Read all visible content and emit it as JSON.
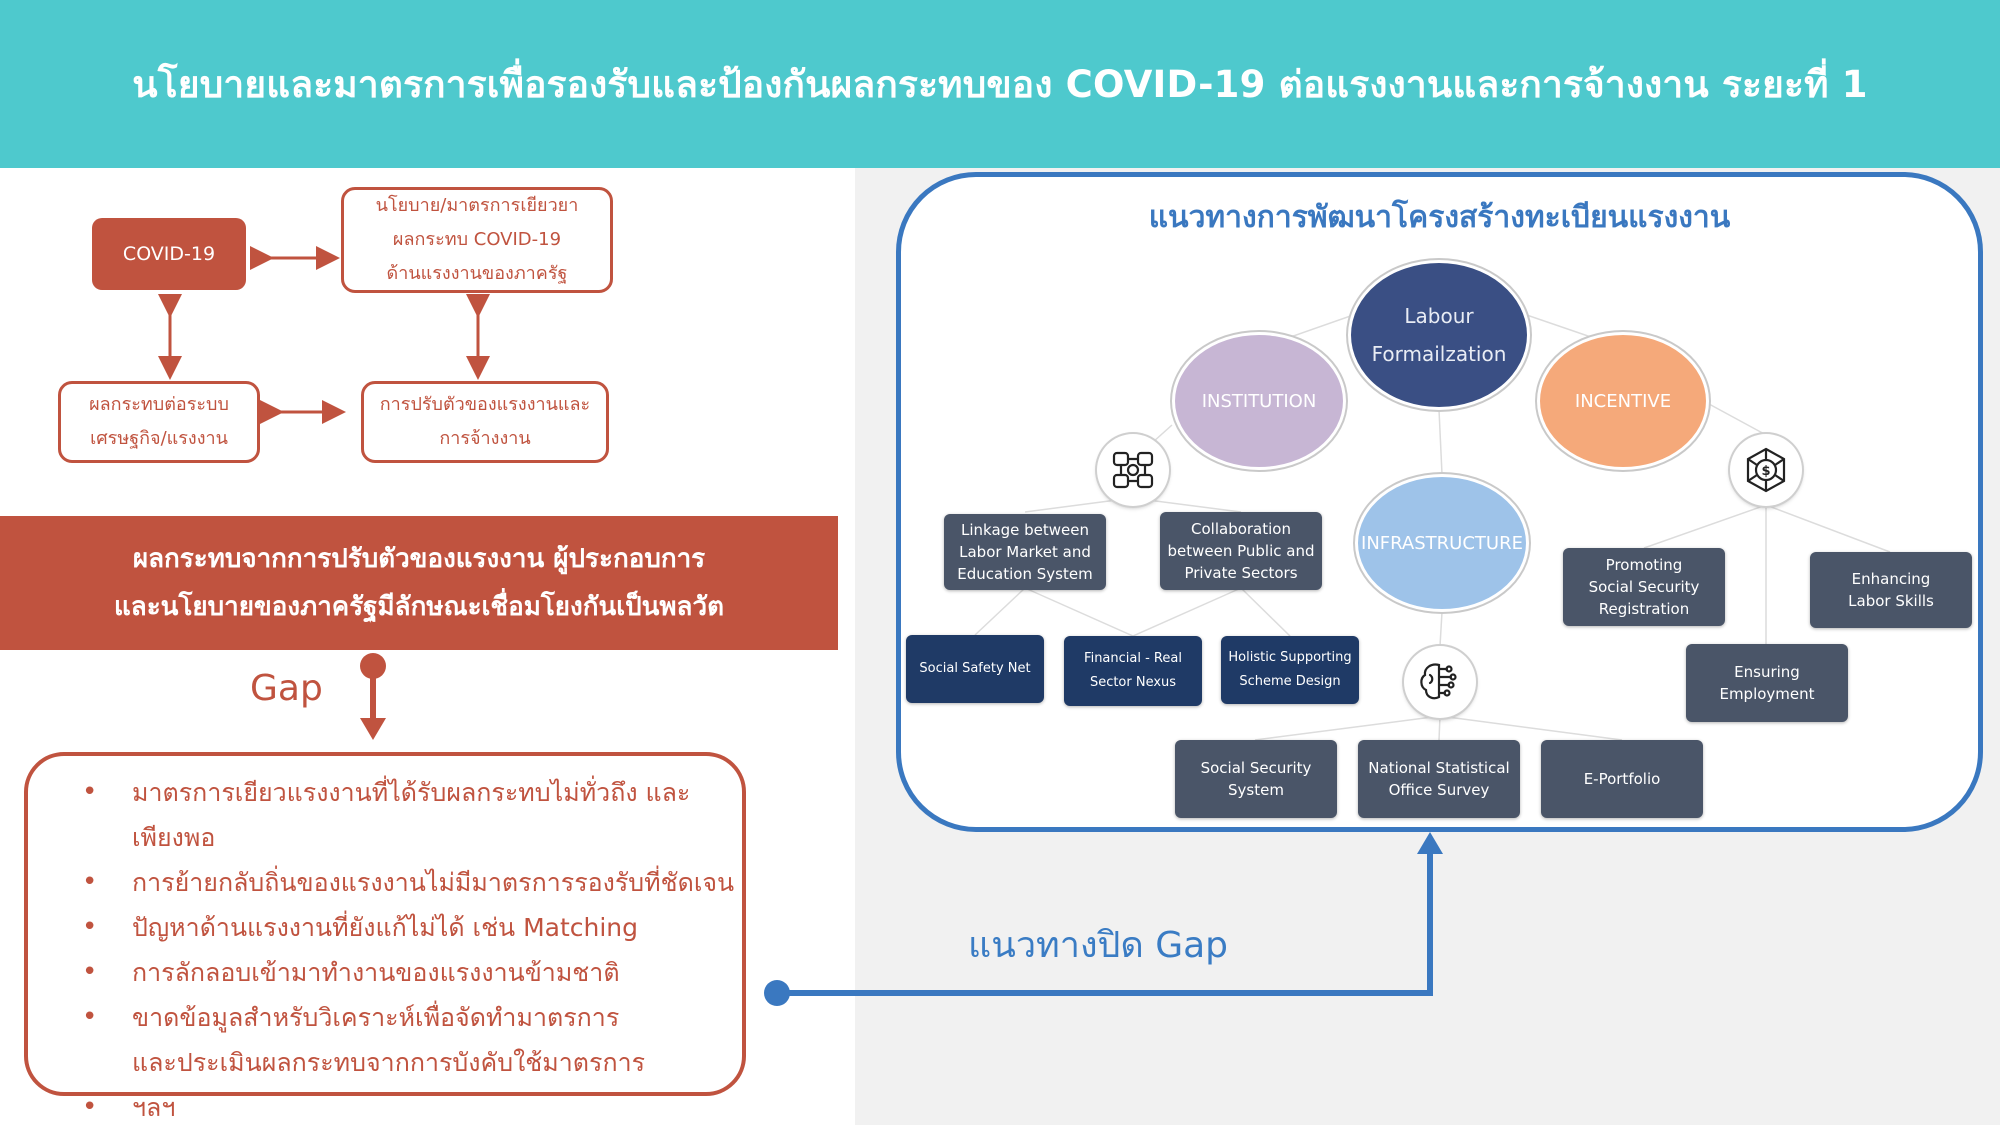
{
  "header": {
    "title": "นโยบายและมาตรการเพื่อรองรับและป้องกันผลกระทบของ COVID-19 ต่อแรงงานและการจ้างงาน ระยะที่ 1"
  },
  "left": {
    "covid": "COVID-19",
    "policy_box": [
      "นโยบาย/มาตรการเยียวยา",
      "ผลกระทบ COVID-19",
      "ด้านแรงงานของภาครัฐ"
    ],
    "impact_box": [
      "ผลกระทบต่อระบบ",
      "เศรษฐกิจ/แรงงาน"
    ],
    "adapt_box": [
      "การปรับตัวของแรงงานและ",
      "การจ้างงาน"
    ],
    "banner": [
      "ผลกระทบจากการปรับตัวของแรงงาน ผู้ประกอบการ",
      "และนโยบายของภาครัฐมีลักษณะเชื่อมโยงกันเป็นพลวัต"
    ],
    "gap_label": "Gap",
    "gap_items": [
      "มาตรการเยียวแรงงานที่ได้รับผลกระทบไม่ทั่วถึง และเพียงพอ",
      "การย้ายกลับถิ่นของแรงงานไม่มีมาตรการรองรับที่ชัดเจน",
      "ปัญหาด้านแรงงานที่ยังแก้ไม่ได้ เช่น Matching",
      "การลักลอบเข้ามาทำงานของแรงงานข้ามชาติ",
      "ขาดข้อมูลสำหรับวิเคราะห์เพื่อจัดทำมาตรการ",
      "และประเมินผลกระทบจากการบังคับใช้มาตรการ",
      "ฯลฯ"
    ]
  },
  "solution_label": "แนวทางปิด Gap",
  "framework": {
    "title": "แนวทางการพัฒนาโครงสร้างทะเบียนแรงงาน",
    "labour": [
      "Labour",
      "Formailzation"
    ],
    "institution": "INSTITUTION",
    "incentive": "INCENTIVE",
    "infrastructure": "INFRASTRUCTURE",
    "nodes": {
      "linkage": [
        "Linkage between",
        "Labor Market and",
        "Education System"
      ],
      "collaboration": [
        "Collaboration",
        "between Public and",
        "Private Sectors"
      ],
      "safety_net": [
        "Social Safety Net"
      ],
      "financial": [
        "Financial - Real",
        "Sector Nexus"
      ],
      "holistic": [
        "Holistic Supporting",
        "Scheme Design"
      ],
      "promoting": [
        "Promoting",
        "Social Security",
        "Registration"
      ],
      "enhancing": [
        "Enhancing",
        "Labor Skills"
      ],
      "ensuring": [
        "Ensuring",
        "Employment"
      ],
      "ss_system": [
        "Social Security",
        "System"
      ],
      "nso": [
        "National Statistical",
        "Office Survey"
      ],
      "eportfolio": [
        "E-Portfolio"
      ]
    },
    "icons": {
      "institution": "hands-teamwork-icon",
      "incentive": "money-network-icon",
      "infrastructure": "brain-circuit-icon"
    }
  },
  "colors": {
    "header": "#4ec9cd",
    "accent_red": "#c0533f",
    "accent_blue": "#3a78c0",
    "node_gray": "#4a5568",
    "node_navy": "#1f3a66"
  }
}
